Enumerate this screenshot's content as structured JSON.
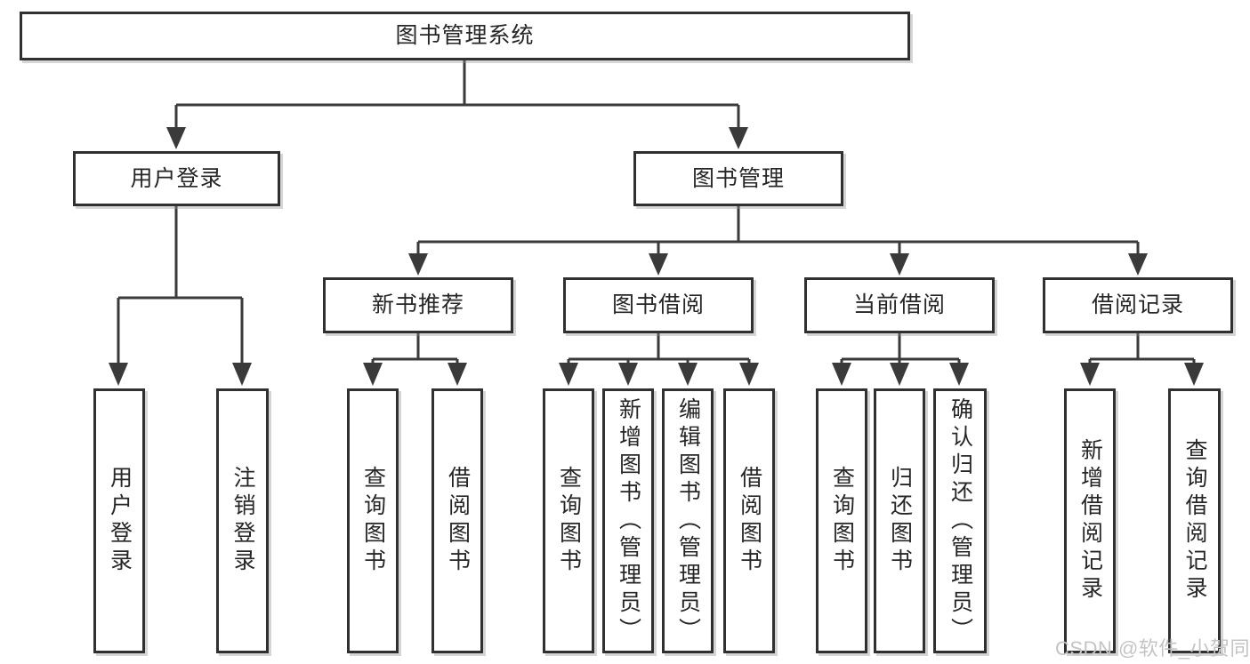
{
  "tree": {
    "label": "图书管理系统",
    "children": [
      {
        "label": "用户登录",
        "children": [
          {
            "label": "用户登录"
          },
          {
            "label": "注销登录"
          }
        ]
      },
      {
        "label": "图书管理",
        "children": [
          {
            "label": "新书推荐",
            "children": [
              {
                "label": "查询图书"
              },
              {
                "label": "借阅图书"
              }
            ]
          },
          {
            "label": "图书借阅",
            "children": [
              {
                "label": "查询图书"
              },
              {
                "label": "新增图书（管理员）"
              },
              {
                "label": "编辑图书（管理员）"
              },
              {
                "label": "借阅图书"
              }
            ]
          },
          {
            "label": "当前借阅",
            "children": [
              {
                "label": "查询图书"
              },
              {
                "label": "归还图书"
              },
              {
                "label": "确认归还（管理员）"
              }
            ]
          },
          {
            "label": "借阅记录",
            "children": [
              {
                "label": "新增借阅记录"
              },
              {
                "label": "查询借阅记录"
              }
            ]
          }
        ]
      }
    ]
  },
  "watermark": "CSDN @软件_小贺同学",
  "colors": {
    "line": "#3a3a3a",
    "box_border": "#303030",
    "text": "#262626",
    "watermark": "#c4c4c4",
    "background": "#ffffff"
  }
}
